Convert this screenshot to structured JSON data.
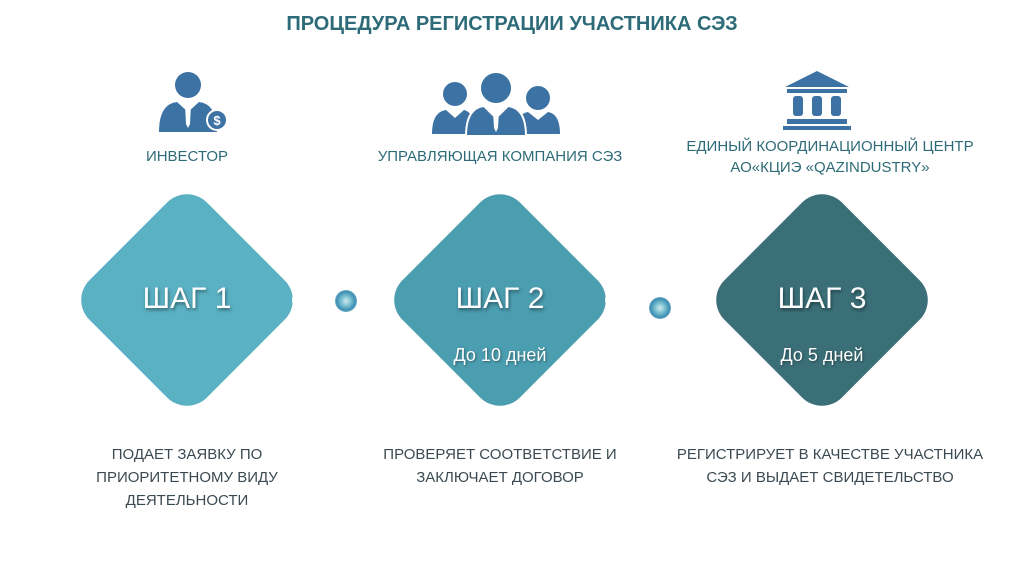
{
  "title": "ПРОЦЕДУРА РЕГИСТРАЦИИ УЧАСТНИКА СЭЗ",
  "colors": {
    "step1": "#5ab1c3",
    "step2": "#4b9db0",
    "step3": "#3b6f78",
    "icon": "#3d72a4",
    "text": "#2e6b78"
  },
  "steps": [
    {
      "role": "ИНВЕСТОР",
      "icon": "investor-icon",
      "label": "ШАГ 1",
      "desc": [
        "ПОДАЕТ ЗАЯВКУ ПО",
        "ПРИОРИТЕТНОМУ ВИДУ",
        "ДЕЯТЕЛЬНОСТИ"
      ]
    },
    {
      "role": "УПРАВЛЯЮЩАЯ КОМПАНИЯ СЭЗ",
      "icon": "team-icon",
      "label": "ШАГ 2",
      "days": "До 10 дней",
      "desc": [
        "ПРОВЕРЯЕТ СООТВЕТСТВИЕ И",
        "ЗАКЛЮЧАЕТ ДОГОВОР"
      ]
    },
    {
      "role": [
        "ЕДИНЫЙ КООРДИНАЦИОННЫЙ ЦЕНТР",
        "АО«КЦИЭ «QAZINDUSTRY»"
      ],
      "icon": "bank-icon",
      "label": "ШАГ 3",
      "days": "До 5 дней",
      "desc": [
        "РЕГИСТРИРУЕТ В КАЧЕСТВЕ УЧАСТНИКА",
        "СЭЗ И ВЫДАЕТ СВИДЕТЕЛЬСТВО"
      ]
    }
  ]
}
